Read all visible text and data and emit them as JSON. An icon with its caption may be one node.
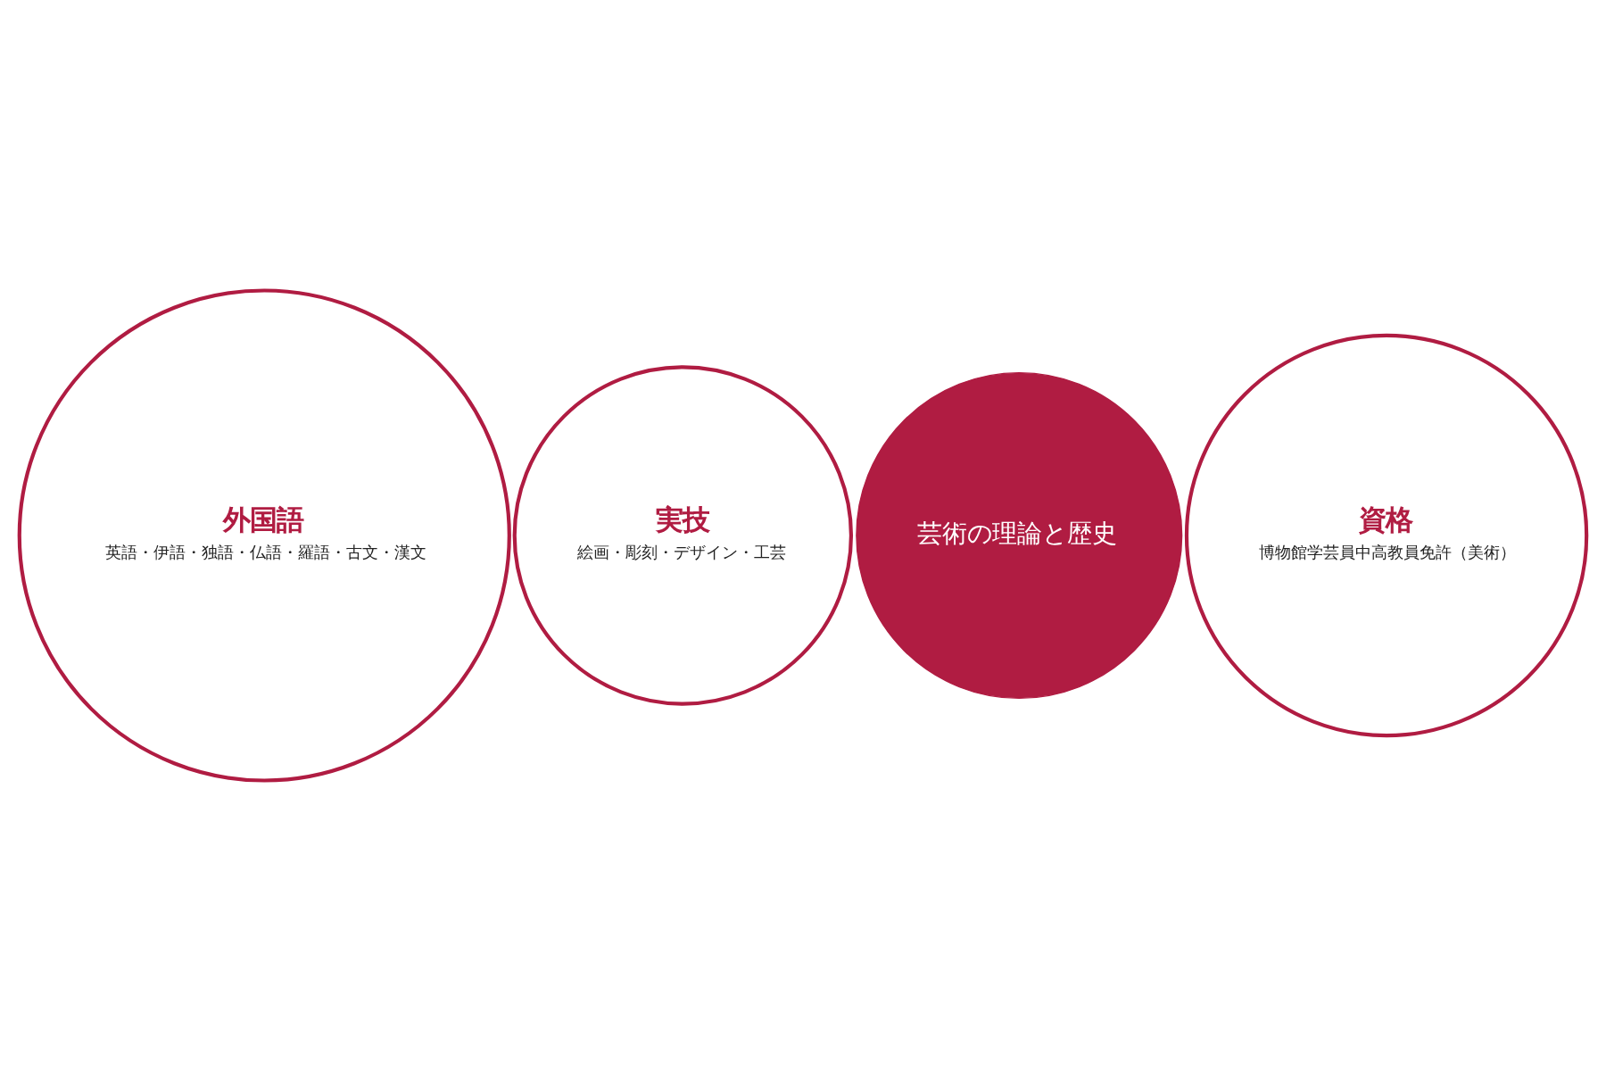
{
  "diagram": {
    "nodes": [
      {
        "text": [
          "実技",
          "絵画・彫刻・デザイン・工芸"
        ]
      },
      {
        "text": [
          "芸術の理論と歴史"
        ]
      },
      {
        "text": [
          "外国語",
          "英語・伊語・独語・仏語・羅語・古文・漢文"
        ]
      },
      {
        "text": [
          "資格",
          "博物館学芸員中高教員免許（美術）"
        ]
      }
    ]
  }
}
